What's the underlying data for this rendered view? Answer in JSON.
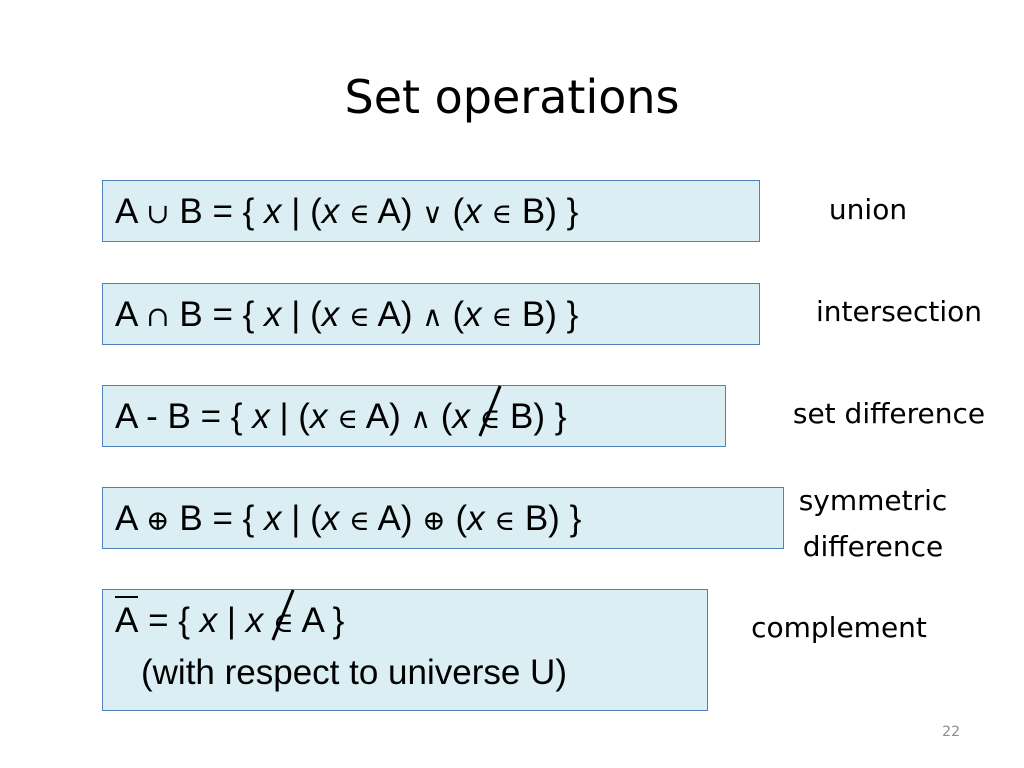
{
  "slide": {
    "title": "Set operations",
    "page_number": "22"
  },
  "rows": [
    {
      "label": "union",
      "formula": {
        "a": "A",
        "op": "∪",
        "b": "B",
        "eq": "= {",
        "x": "x",
        "bar": "|",
        "lp": "(",
        "elt": "∈",
        "setA": "A)",
        "conn": "∨",
        "setB": "B)",
        "end": "}"
      }
    },
    {
      "label": "intersection",
      "formula": {
        "a": "A",
        "op": "∩",
        "b": "B",
        "eq": "= {",
        "x": "x",
        "bar": "|",
        "lp": "(",
        "elt": "∈",
        "setA": "A)",
        "conn": "∧",
        "setB": "B)",
        "end": "}"
      }
    },
    {
      "label": "set difference",
      "formula": {
        "a": "A",
        "op": "-",
        "b": "B",
        "eq": "= {",
        "x": "x",
        "bar": "|",
        "lp": "(",
        "elt": "∈",
        "setA": "A)",
        "conn": "∧",
        "setB": "B)",
        "end": "}"
      }
    },
    {
      "label_line1": "symmetric",
      "label_line2": "difference",
      "formula": {
        "a": "A",
        "op": "⊕",
        "b": "B",
        "eq": "= {",
        "x": "x",
        "bar": "|",
        "lp": "(",
        "elt": "∈",
        "setA": "A)",
        "conn": "⊕",
        "setB": "B)",
        "end": "}"
      }
    },
    {
      "label": "complement",
      "formula": {
        "a": "A",
        "eq": "= {",
        "x": "x",
        "bar": "|",
        "elt": "∈",
        "setA": "A",
        "end": "}",
        "note": "(with respect to universe U)"
      }
    }
  ]
}
